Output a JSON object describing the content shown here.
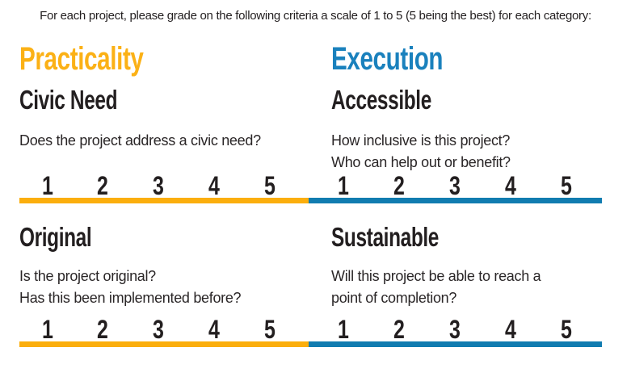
{
  "instruction": "For each project, please grade on the following criteria a scale of 1 to 5 (5 being the best) for each category:",
  "colors": {
    "practicality": "#FBB116",
    "practicality_line": "#FBAE0D",
    "execution": "#1A81BD",
    "execution_line": "#117CB0",
    "heading_text": "#231F20",
    "body_text": "#2A2627"
  },
  "scale_labels": [
    "1",
    "2",
    "3",
    "4",
    "5"
  ],
  "columns": [
    {
      "group_label": "Practicality",
      "sections": [
        {
          "title": "Civic Need",
          "lines": [
            "Does the project address a civic need?"
          ]
        },
        {
          "title": "Original",
          "lines": [
            "Is the project original?",
            "Has this been implemented before?"
          ]
        }
      ]
    },
    {
      "group_label": "Execution",
      "sections": [
        {
          "title": "Accessible",
          "lines": [
            "How inclusive is this project?",
            "Who can help out or benefit?"
          ]
        },
        {
          "title": "Sustainable",
          "lines": [
            "Will this project be able to reach a",
            "point of completion?"
          ]
        }
      ]
    }
  ]
}
